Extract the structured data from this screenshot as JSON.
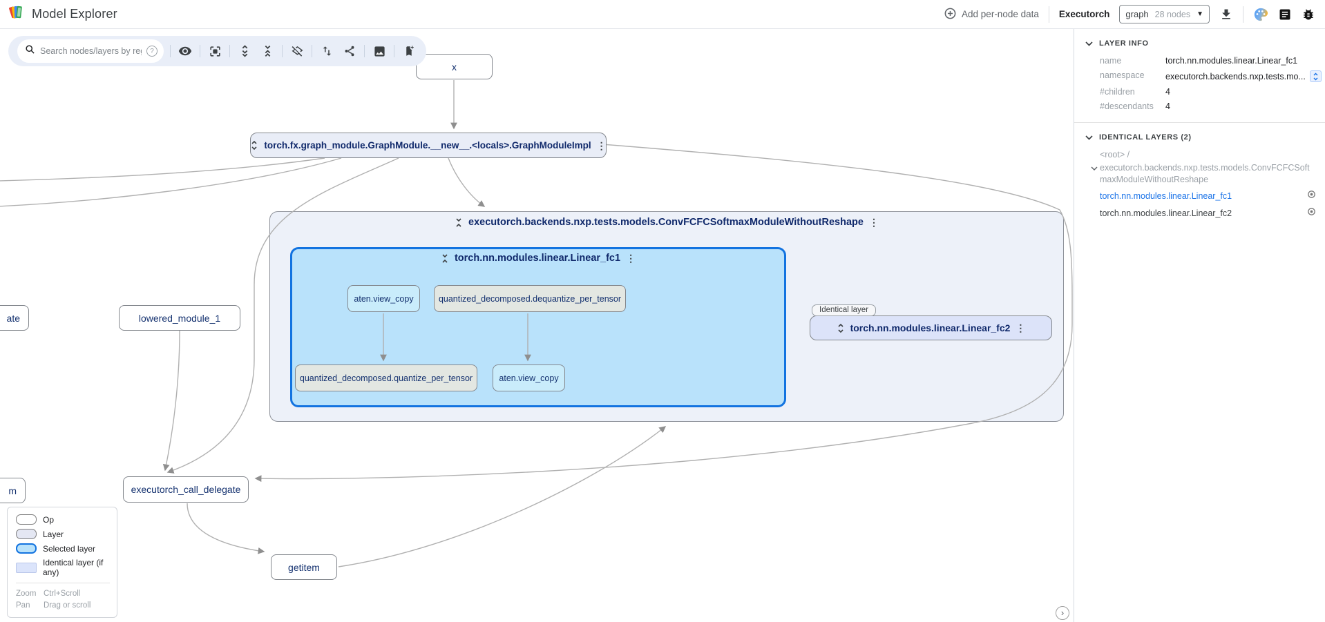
{
  "header": {
    "app_title": "Model Explorer",
    "add_per_node_data": "Add per-node data",
    "model_name": "Executorch",
    "graph_dropdown": {
      "selected": "graph",
      "nodes_count": "28 nodes"
    }
  },
  "toolbar": {
    "search_placeholder": "Search nodes/layers by regex"
  },
  "graph": {
    "nodes": {
      "x": "x",
      "graph_module": "torch.fx.graph_module.GraphModule.__new__.<locals>.GraphModuleImpl",
      "conv_layer": "executorch.backends.nxp.tests.models.ConvFCFCSoftmaxModuleWithoutReshape",
      "linear_fc1": "torch.nn.modules.linear.Linear_fc1",
      "view_copy_top": "aten.view_copy",
      "dequantize": "quantized_decomposed.dequantize_per_tensor",
      "quantize": "quantized_decomposed.quantize_per_tensor",
      "view_copy_bottom": "aten.view_copy",
      "identical_layer_tag": "Identical layer",
      "linear_fc2": "torch.nn.modules.linear.Linear_fc2",
      "lowered_module": "lowered_module_1",
      "call_delegate": "executorch_call_delegate",
      "getitem": "getitem",
      "clipped_top": "ate",
      "clipped_bottom": "m"
    }
  },
  "legend": {
    "items": [
      {
        "label": "Op"
      },
      {
        "label": "Layer"
      },
      {
        "label": "Selected layer"
      },
      {
        "label": "Identical layer (if any)"
      }
    ],
    "hints": [
      {
        "action": "Zoom",
        "gesture": "Ctrl+Scroll"
      },
      {
        "action": "Pan",
        "gesture": "Drag or scroll"
      }
    ]
  },
  "panel": {
    "layer_info": {
      "title": "LAYER INFO",
      "rows": [
        {
          "label": "name",
          "value": "torch.nn.modules.linear.Linear_fc1"
        },
        {
          "label": "namespace",
          "value": "executorch.backends.nxp.tests.mo..."
        },
        {
          "label": "#children",
          "value": "4"
        },
        {
          "label": "#descendants",
          "value": "4"
        }
      ]
    },
    "identical_layers": {
      "title": "IDENTICAL LAYERS (2)",
      "root": "<root> /",
      "namespace": "executorch.backends.nxp.tests.models.ConvFCFCSoftmaxModuleWithoutReshape",
      "items": [
        {
          "label": "torch.nn.modules.linear.Linear_fc1"
        },
        {
          "label": "torch.nn.modules.linear.Linear_fc2"
        }
      ]
    }
  },
  "colors": {
    "selected_layer_border": "#1273e0",
    "selected_layer_bg": "#b9e2fb",
    "layer_bg": "#edf1f9",
    "identical_layer_bg": "#dce3f9",
    "node_text": "#14316f",
    "link_blue": "#1a73e8",
    "edge_gray": "#b0b0b0"
  }
}
